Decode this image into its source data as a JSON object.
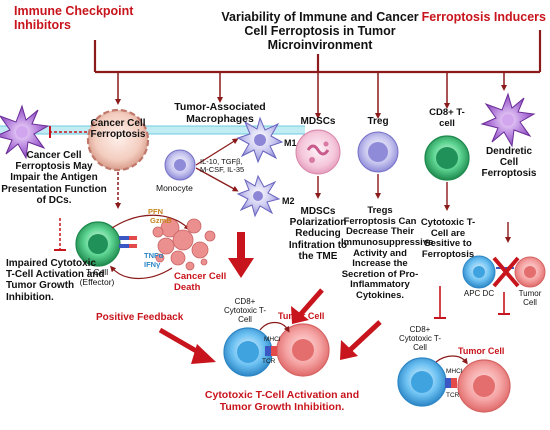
{
  "header": {
    "left_title": "Immune Checkpoint Inhibitors",
    "center_title": "Variability of Immune and Cancer Cell Ferroptosis in Tumor Microinvironment",
    "right_title": "Ferroptosis Inducers"
  },
  "left_panel": {
    "cell_label": "Cancer Cell Ferroptosis",
    "impair_text": "Cancer Cell Ferroptosis May Impair the Antigen Presentation Function of DCs.",
    "impaired_text": "Impaired Cytotoxic T-Cell Activation and Tumor Growth Inhibition.",
    "tcell_label": "T-Cell (Effector)",
    "markers": {
      "pfn": "PFN",
      "gzmb": "GzmB",
      "tnfa": "TNFα",
      "ifng": "IFNγ"
    },
    "cancer_death": "Cancer Cell Death",
    "positive_feedback": "Positive Feedback"
  },
  "tam_panel": {
    "title": "Tumor-Associated Macrophages",
    "monocyte": "Monocyte",
    "cytokines": "IL-10, TGFβ, M-CSF, IL-35",
    "m1": "M1",
    "m2": "M2"
  },
  "mdsc_panel": {
    "title": "MDSCs",
    "text": "MDSCs Polarization Reducing Infitration to the TME"
  },
  "treg_panel": {
    "title": "Treg",
    "text": "Tregs Ferroptosis Can Decrease Their Immunosuppressive Activity and Increase the Secretion of Pro-Inflammatory Cytokines."
  },
  "cd8_panel": {
    "title": "CD8+ T-cell",
    "text": "Cytotoxic T-Cell are Sesitive to Ferroptosis"
  },
  "dc_panel": {
    "title": "Dendretic Cell Ferroptosis",
    "apc": "APC DC",
    "tumor": "Tumor Cell"
  },
  "center_interaction": {
    "tcell": "CD8+ Cytotoxic T-Cell",
    "tumor": "Tumor Cell",
    "mhc": "MHCI",
    "tcr": "TCR"
  },
  "right_interaction": {
    "tcell": "CD8+ Cytotoxic T-Cell",
    "tumor": "Tumor Cell",
    "mhc": "MHCI",
    "tcr": "TCR"
  },
  "bottom_text": "Cytotoxic T-Cell Activation and Tumor Growth Inhibition.",
  "colors": {
    "red": "#c8141c",
    "dark_red": "#8b1a1a",
    "cyan_band": "#aee6f0",
    "tcell_green": "#2fbf71",
    "cd8_blue": "#3fa3e0",
    "tumor_pink": "#f08a8a",
    "dc_purple": "#9a59c9",
    "macrophage_lilac": "#8d86d6"
  }
}
